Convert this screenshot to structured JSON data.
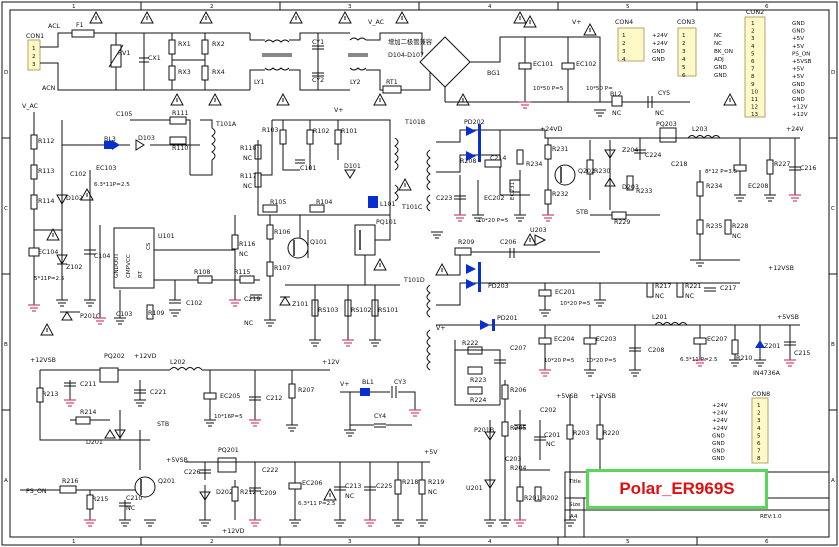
{
  "title_label": "Polar_ER969S",
  "frame": {
    "rows": [
      "D",
      "C",
      "B",
      "A"
    ],
    "cols": [
      "1",
      "2",
      "3",
      "4",
      "5",
      "6"
    ],
    "title_block": {
      "title": "Title",
      "size_label": "Size",
      "size": "A4",
      "rev": "REV:1.0"
    }
  },
  "notes": {
    "chinese_note": "增加二极管兼容",
    "diodes": "D104-D107",
    "vac": "V_AC",
    "vac_left": "V_AC",
    "vplus": "V+"
  },
  "connectors": {
    "con1": {
      "label": "CON1",
      "pins": [
        "1",
        "2",
        "3"
      ],
      "acl": "ACL",
      "acn": "ACN"
    },
    "con4": {
      "label": "CON4",
      "pins": [
        "1",
        "2",
        "3",
        "4"
      ],
      "nets": [
        "+24V",
        "+24V",
        "GND",
        "GND"
      ]
    },
    "con3": {
      "label": "CON3",
      "pins": [
        "1",
        "2",
        "3",
        "4",
        "5",
        "6"
      ],
      "nets": [
        "NC",
        "NC",
        "BK_ON",
        "ADJ",
        "GND",
        "GND"
      ]
    },
    "con2": {
      "label": "CON2",
      "pins": [
        "1",
        "2",
        "3",
        "4",
        "5",
        "6",
        "7",
        "8",
        "9",
        "10",
        "11",
        "12",
        "13"
      ],
      "nets": [
        "GND",
        "GND",
        "+5V",
        "+5V",
        "PS_ON",
        "+5VSB",
        "+5V",
        "+5V",
        "GND",
        "GND",
        "GND",
        "+12V",
        "+12V"
      ]
    },
    "con8": {
      "label": "CON8",
      "pins": [
        "1",
        "2",
        "3",
        "4",
        "5",
        "6",
        "7",
        "8"
      ],
      "nets": [
        "+24V",
        "+24V",
        "+24V",
        "+24V",
        "GND",
        "GND",
        "GND",
        "GND"
      ]
    }
  },
  "components": {
    "f1": "F1",
    "rv1": "RV1",
    "cx1": "CX1",
    "rx1": "RX1",
    "rx2": "RX2",
    "rx3": "RX3",
    "rx4": "RX4",
    "ly1": "LY1",
    "ly2": "LY2",
    "cy1": "CY1",
    "cy2": "CY2",
    "bg1": "BG1",
    "rt1": "RT1",
    "ec101": "EC101",
    "ec102": "EC102",
    "ec101_val": "10*50 P=5",
    "ec102_val": "10*50 P=",
    "bl2": "BL2",
    "cy5": "CY5",
    "nc1": "NC",
    "nc2": "NC",
    "r112": "R112",
    "r113": "R113",
    "r114": "R114",
    "ec104": "EC104",
    "ec104_val": "5*11P=2.5",
    "c105": "C105",
    "bl3": "BL3",
    "d103": "D103",
    "r111": "R111",
    "r110": "R110",
    "d102": "D102",
    "c102a": "C102",
    "ec103": "EC103",
    "ec103_val": "6.3*11P=2.5",
    "t101a": "T101A",
    "u101": "U101",
    "u101_pins": [
      "GNDOUT",
      "CMPVCC",
      "RT",
      "CS"
    ],
    "z102": "Z102",
    "c104": "C104",
    "p201c": "P201C",
    "c103": "C103",
    "r109": "R109",
    "r108": "R108",
    "c102b": "C102",
    "r103": "R103",
    "r102": "R102",
    "r101": "R101",
    "c101": "C101",
    "d101": "D101",
    "r118": "R118",
    "r117": "R117",
    "r118_nc": "NC",
    "r117_nc": "NC",
    "r105": "R105",
    "r104": "R104",
    "r106": "R106",
    "q101": "Q101",
    "r107": "R107",
    "pq101": "PQ101",
    "l101": "L101",
    "r116": "R116",
    "r116_nc": "NC",
    "r115": "R115",
    "c219": "C219",
    "c219_nc": "NC",
    "z101": "Z101",
    "rs103": "RS103",
    "rs102": "RS102",
    "rs101": "RS101",
    "t101b": "T101B",
    "t101c": "T101C",
    "t101d": "T101D",
    "pd202": "PD202",
    "r208": "R208",
    "c214": "C214",
    "r234": "R234",
    "ec202": "EC202",
    "ec231": "EC231",
    "c223": "C223",
    "ec202_val": "10*20 P=5",
    "n24vd": "+24VD",
    "r231": "R231",
    "q202": "Q202",
    "r232": "R232",
    "z204": "Z204",
    "r230": "R230",
    "d203": "D203",
    "r233": "R233",
    "stb1": "STB",
    "r229": "R229",
    "u203": "U203",
    "c224": "C224",
    "pq203": "PQ203",
    "l203": "L203",
    "n24v": "+24V",
    "c218": "C218",
    "ec208": "EC208",
    "ec208_val": "8*12 P=3.5",
    "r227": "R227",
    "c216": "C216",
    "r234b": "R234",
    "r235": "R235",
    "r228": "R228",
    "r228_nc": "NC",
    "r209": "R209",
    "c206": "C206",
    "pd203": "PD203",
    "n12vsb": "+12VSB",
    "ec201": "EC201",
    "ec201_val": "10*20 P=5",
    "r217": "R217",
    "r221": "R221",
    "c217": "C217",
    "r217_nc": "NC",
    "r221_nc": "NC",
    "pd201": "PD201",
    "n5vsb": "+5VSB",
    "l201": "L201",
    "ec204": "EC204",
    "ec203": "EC203",
    "ec204_val": "10*20 P=5",
    "ec203_val": "10*20 P=5",
    "c208": "C208",
    "ec207": "EC207",
    "ec207_val": "6.3*11 P=2.5",
    "r210": "R210",
    "z201": "Z201",
    "c215": "C215",
    "in4736": "IN4736A",
    "r222": "R222",
    "c207": "C207",
    "r223": "R223",
    "r224": "R224",
    "r206": "R206",
    "p201b": "P201B",
    "r205": "R205",
    "c202": "C202",
    "c201": "C201",
    "c203": "C203",
    "nc3": "NC",
    "n5vsb2": "+5VSB",
    "n12vsb2": "+12VSB",
    "r203": "R203",
    "r220": "R220",
    "u201": "U201",
    "r201": "R201",
    "r202": "R202",
    "r204": "R204",
    "n12vsb3": "+12VSB",
    "pq202": "PQ202",
    "n12vd": "+12VD",
    "l202": "L202",
    "n12v": "+12V",
    "r213": "R213",
    "c211": "C211",
    "c221": "C221",
    "ec205": "EC205",
    "ec205_val": "10*16P=5",
    "c212": "C212",
    "r207": "R207",
    "r214": "R214",
    "d201": "D201",
    "stb2": "STB",
    "n5vsb3": "+5VSB",
    "pq201": "PQ201",
    "n5v": "+5V",
    "c226": "C226",
    "d202": "D202",
    "r212": "R212",
    "c209": "C209",
    "c222": "C222",
    "ec206": "EC206",
    "ec206_val": "6.3*11 P=2.5",
    "c213": "C213",
    "c225": "C225",
    "r218": "R218",
    "r219": "R219",
    "c213_nc": "NC",
    "r219_nc": "NC",
    "n12vd2": "+12VD",
    "q201": "Q201",
    "ps_on": "PS_ON",
    "r216": "R216",
    "r215": "R215",
    "c210": "C210",
    "c210_nc": "NC",
    "bl1": "BL1",
    "cy3": "CY3",
    "cy4": "CY4",
    "vplus2": "V+"
  }
}
